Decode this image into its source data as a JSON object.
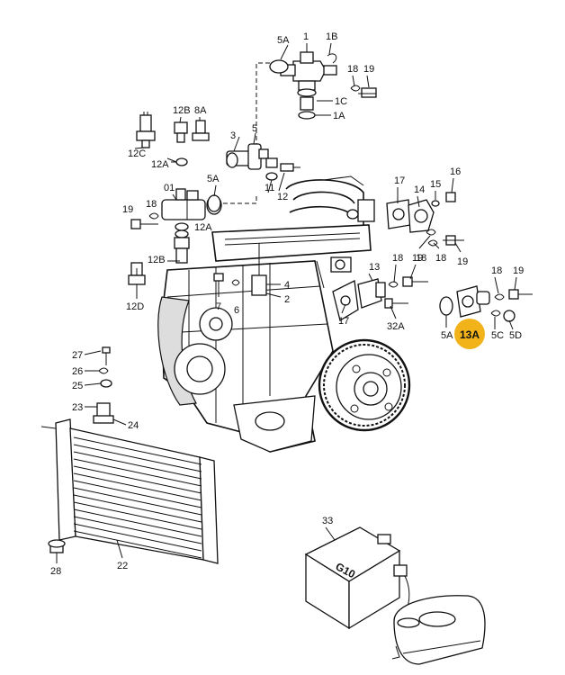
{
  "diagram": {
    "highlight_color": "#f2b31a",
    "labels": {
      "p1": "1",
      "p1A": "1A",
      "p1B": "1B",
      "p1C": "1C",
      "p2": "2",
      "p3": "3",
      "p4": "4",
      "p5": "5",
      "p5A_top": "5A",
      "p5A_mid": "5A",
      "p5A_right": "5A",
      "p5C": "5C",
      "p5D": "5D",
      "p6": "6",
      "p7": "7",
      "p8A": "8A",
      "p01": "01",
      "p11": "11",
      "p12": "12",
      "p12A_a": "12A",
      "p12A_b": "12A",
      "p12B_a": "12B",
      "p12B_b": "12B",
      "p12C": "12C",
      "p12D": "12D",
      "p13": "13",
      "p13A": "13A",
      "p14": "14",
      "p15": "15",
      "p16": "16",
      "p17_a": "17",
      "p17_b": "17",
      "p18_a": "18",
      "p18_b": "18",
      "p18_c": "18",
      "p18_d": "18",
      "p18_e": "18",
      "p19_a": "19",
      "p19_b": "19",
      "p19_c": "19",
      "p19_d": "19",
      "p19_e": "19",
      "p22": "22",
      "p23": "23",
      "p24": "24",
      "p25": "25",
      "p26": "26",
      "p27": "27",
      "p28": "28",
      "p32A": "32A",
      "p33": "33",
      "can_text": "G10"
    }
  }
}
